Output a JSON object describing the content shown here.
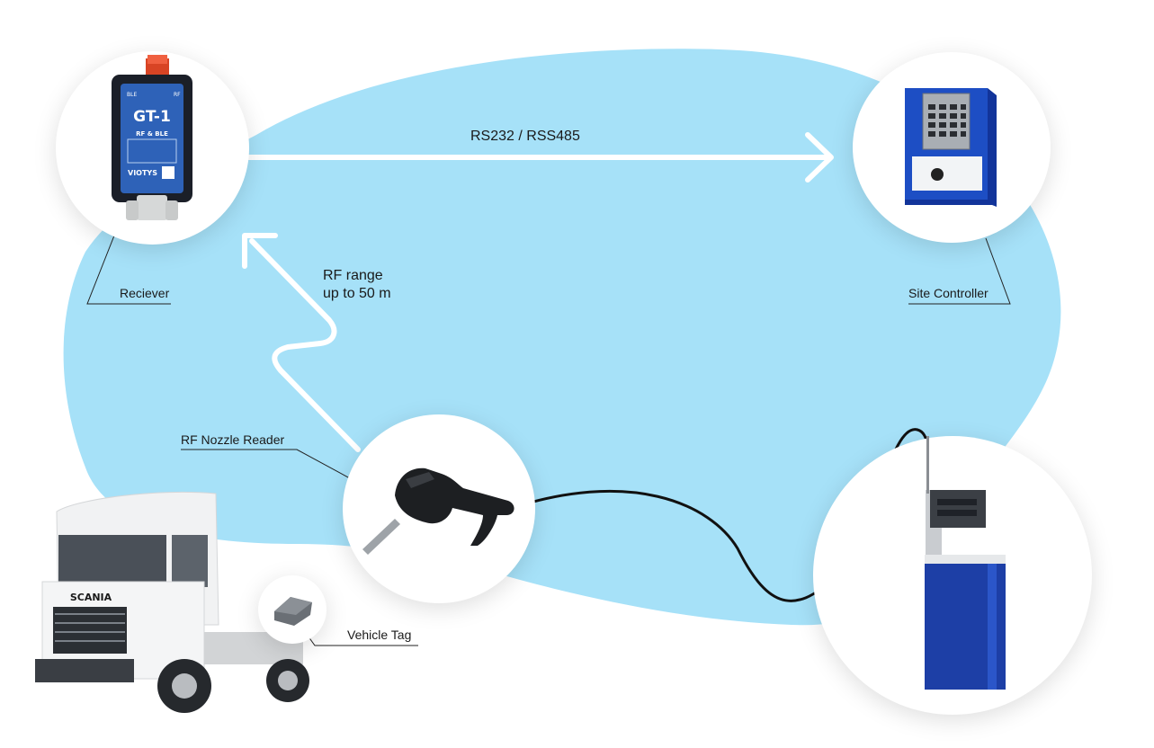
{
  "labels": {
    "link_label": "RS232 / RSS485",
    "rf_range_line1": "RF range",
    "rf_range_line2": "up to 50 m",
    "receiver": "Reciever",
    "site_controller": "Site Controller",
    "nozzle_reader": "RF Nozzle Reader",
    "vehicle_tag": "Vehicle Tag"
  },
  "device_text": {
    "gt1_model": "GT-1",
    "gt1_sub": "RF & BLE",
    "gt1_ble": "BLE",
    "gt1_rf": "RF",
    "gt1_brand": "VIOTYS",
    "truck_brand": "SCANIA"
  },
  "colors": {
    "backdrop": "#a6e1f8",
    "device_blue": "#2e62b8",
    "pump_blue": "#1d3fa6",
    "arrow": "#ffffff",
    "leader": "#222222"
  }
}
